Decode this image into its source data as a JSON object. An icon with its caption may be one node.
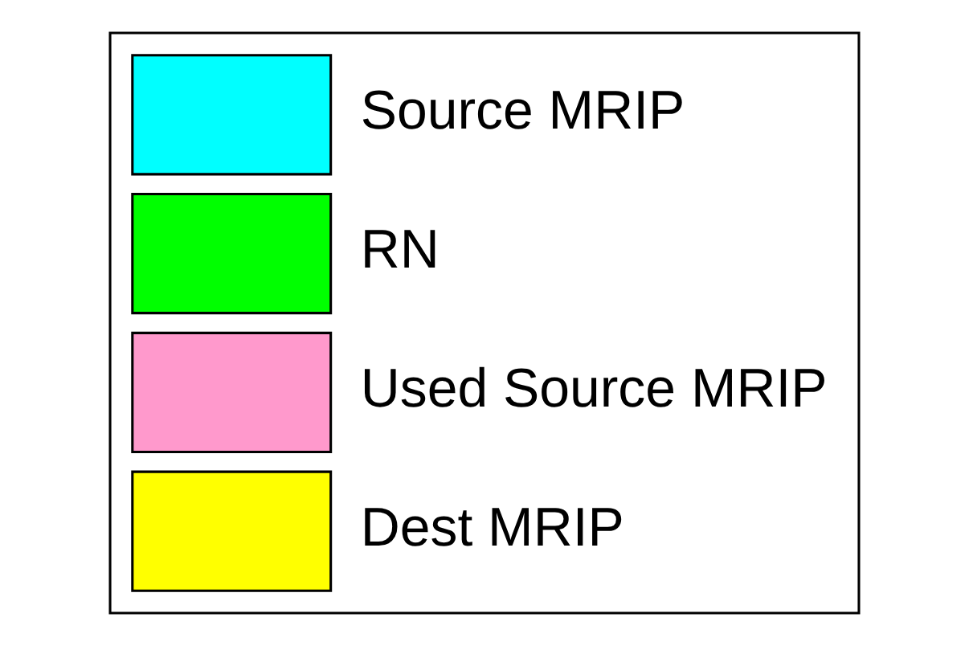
{
  "diagram": {
    "legend": [
      {
        "text": "Source MRIP",
        "color": "#00ffff"
      },
      {
        "text": "RN",
        "color": "#00ff00"
      },
      {
        "text": "Used Source MRIP",
        "color": "#ff99cc"
      },
      {
        "text": "Dest MRIP",
        "color": "#ffff00"
      }
    ]
  }
}
